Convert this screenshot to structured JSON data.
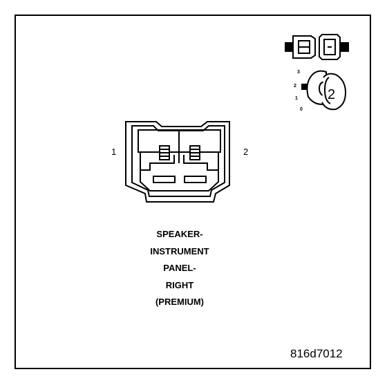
{
  "connector": {
    "pin_left": "1",
    "pin_right": "2"
  },
  "legend_icons": {
    "top": "connector-mating-icon",
    "bottom": "key-position-icon",
    "positions": [
      "3",
      "2",
      "1",
      "0"
    ],
    "key_number": "2"
  },
  "caption": {
    "lines": [
      "SPEAKER-",
      "INSTRUMENT",
      "PANEL-",
      "RIGHT",
      "(PREMIUM)"
    ]
  },
  "diagram_id": "816d7012",
  "colors": {
    "line": "#000000",
    "background": "#ffffff"
  }
}
